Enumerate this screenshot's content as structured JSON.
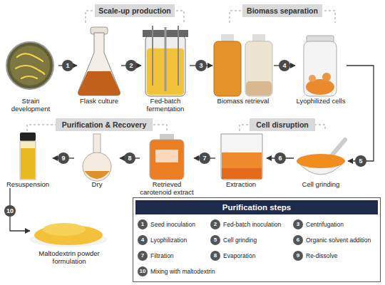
{
  "diagram": {
    "nodes": [
      {
        "text": [
          "Scale-up production"
        ]
      },
      {
        "text": [
          "Biomass separation"
        ]
      },
      {
        "text": [
          "Strain development"
        ]
      },
      {
        "text": [
          "Flask culture"
        ]
      },
      {
        "text": [
          "Fed-batch fermentation"
        ]
      },
      {
        "text": [
          "Biomass retrieval"
        ]
      },
      {
        "text": [
          "Lyophilized cells"
        ]
      },
      {
        "text": [
          "Purification & Recovery"
        ]
      },
      {
        "text": [
          "Cell disruption"
        ]
      },
      {
        "text": [
          "Resuspension"
        ]
      },
      {
        "text": [
          "Dry"
        ]
      },
      {
        "text": [
          "Retrieved carotenoid extract"
        ]
      },
      {
        "text": [
          "Extraction"
        ]
      },
      {
        "text": [
          "Cell grinding"
        ]
      },
      {
        "text": [
          "Maltodextrin powder formulation"
        ]
      },
      {
        "text": [
          "Purification steps"
        ]
      },
      {
        "text": [
          "1",
          "Seed inoculation"
        ],
        "in": 15
      },
      {
        "text": [
          "2",
          "Fed-batch inoculation"
        ],
        "in": 15
      },
      {
        "text": [
          "3",
          "Centrifugation"
        ],
        "in": 15
      },
      {
        "text": [
          "4",
          "Lyophilization"
        ],
        "in": 15
      },
      {
        "text": [
          "5",
          "Cell grinding"
        ],
        "in": 15
      },
      {
        "text": [
          "6",
          "Organic solvent addition"
        ],
        "in": 15
      },
      {
        "text": [
          "7",
          "Filtration"
        ],
        "in": 15
      },
      {
        "text": [
          "8",
          "Evaporation"
        ],
        "in": 15
      },
      {
        "text": [
          "9",
          "Re-dissolve"
        ],
        "in": 15
      },
      {
        "text": [
          "10",
          "Mixing with maltodextrin"
        ],
        "in": 15
      }
    ],
    "edges": [
      {
        "from": 2,
        "to": 3,
        "label": "1",
        "arrow": "to"
      },
      {
        "from": 3,
        "to": 4,
        "label": "2",
        "arrow": "to"
      },
      {
        "from": 4,
        "to": 5,
        "label": "3",
        "arrow": "to"
      },
      {
        "from": 5,
        "to": 6,
        "label": "4",
        "arrow": "to"
      },
      {
        "from": 6,
        "to": 13,
        "label": "5",
        "arrow": "to"
      },
      {
        "from": 13,
        "to": 12,
        "label": "6",
        "arrow": "to"
      },
      {
        "from": 12,
        "to": 11,
        "label": "7",
        "arrow": "to"
      },
      {
        "from": 11,
        "to": 10,
        "label": "8",
        "arrow": "to"
      },
      {
        "from": 10,
        "to": 9,
        "label": "9",
        "arrow": "to"
      },
      {
        "from": 9,
        "to": 14,
        "label": "10",
        "arrow": "to"
      }
    ]
  }
}
